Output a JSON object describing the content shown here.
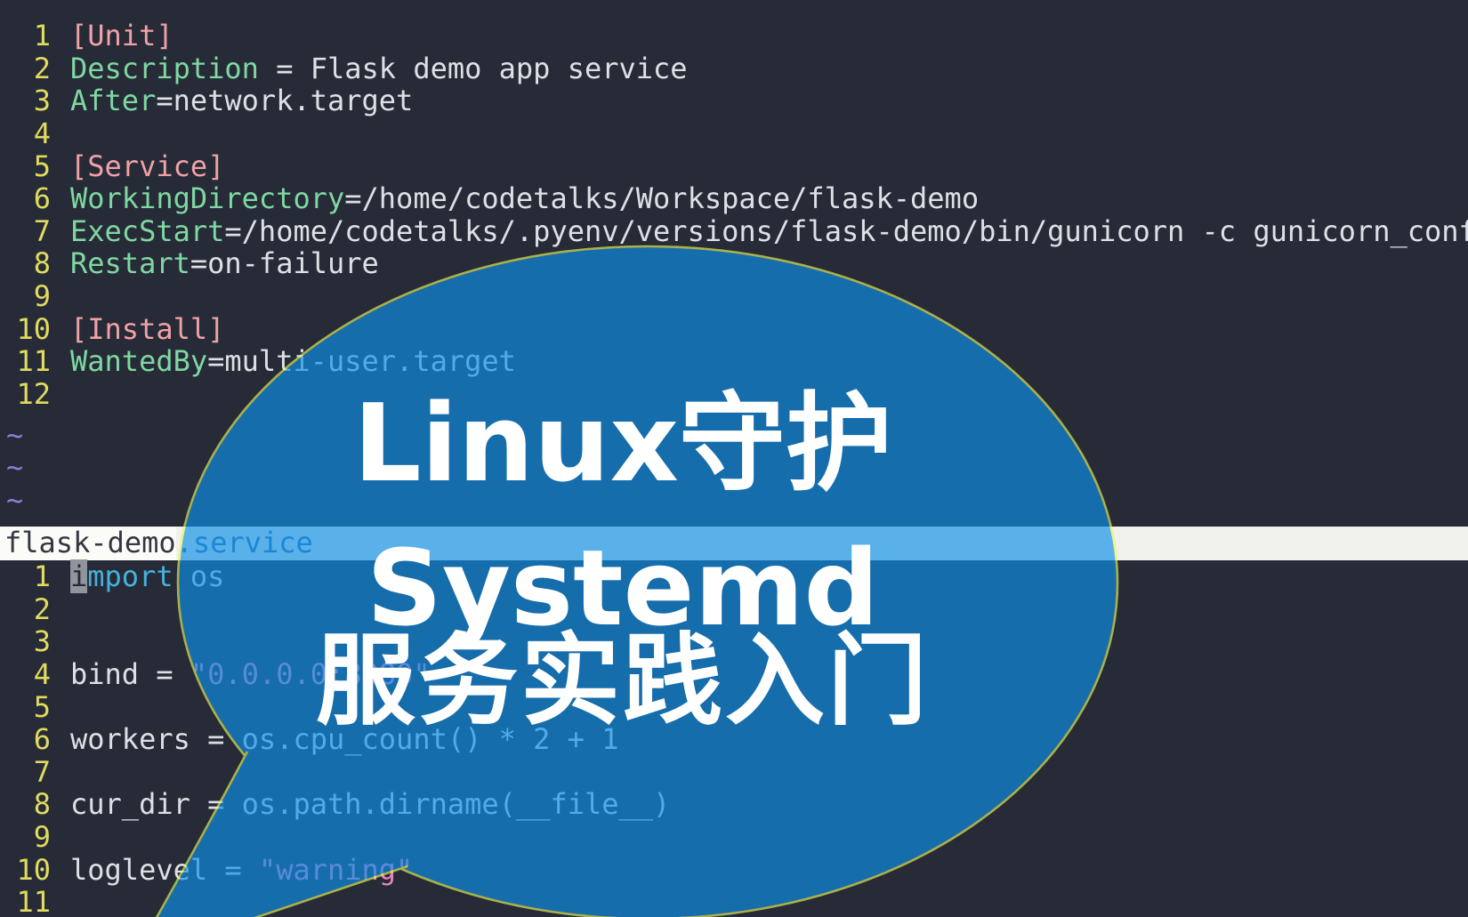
{
  "colors": {
    "background": "#262b37",
    "line_number": "#e0da5e",
    "section_header": "#efa2a6",
    "unit_key": "#7fd7a1",
    "plain_text": "#dde1e6",
    "python_keyword": "#46b1dc",
    "string": "#e584c1",
    "tilde": "#9179ce",
    "cursor_block": "#8f959d",
    "statusbar_bg": "#f0f1ea",
    "statusbar_filename": "#343741",
    "statusbar_suffix": "#3079b8",
    "bubble_fill": "#1270b4",
    "bubble_outline": "#b2bf4a",
    "bubble_text": "#ffffff",
    "statusbar_over_bubble": "#87c3f2"
  },
  "editor": {
    "top_buffer": {
      "lines": [
        {
          "num": "1",
          "segs": [
            [
              "sec",
              "[Unit]"
            ]
          ]
        },
        {
          "num": "2",
          "segs": [
            [
              "key",
              "Description"
            ],
            [
              "txt",
              " = Flask demo app service"
            ]
          ]
        },
        {
          "num": "3",
          "segs": [
            [
              "key",
              "After"
            ],
            [
              "txt",
              "=network.target"
            ]
          ]
        },
        {
          "num": "4",
          "segs": []
        },
        {
          "num": "5",
          "segs": [
            [
              "sec",
              "[Service]"
            ]
          ]
        },
        {
          "num": "6",
          "segs": [
            [
              "key",
              "WorkingDirectory"
            ],
            [
              "txt",
              "=/home/codetalks/Workspace/flask-demo"
            ]
          ]
        },
        {
          "num": "7",
          "segs": [
            [
              "key",
              "ExecStart"
            ],
            [
              "txt",
              "=/home/codetalks/.pyenv/versions/flask-demo/bin/gunicorn -c gunicorn_conf"
            ]
          ]
        },
        {
          "num": "8",
          "segs": [
            [
              "key",
              "Restart"
            ],
            [
              "txt",
              "=on-failure"
            ]
          ]
        },
        {
          "num": "9",
          "segs": []
        },
        {
          "num": "10",
          "segs": [
            [
              "sec",
              "[Install]"
            ]
          ]
        },
        {
          "num": "11",
          "segs": [
            [
              "key",
              "WantedBy"
            ],
            [
              "txt",
              "=multi-user.target"
            ]
          ]
        },
        {
          "num": "12",
          "segs": []
        }
      ],
      "tildes": [
        "~",
        "~",
        "~"
      ]
    },
    "status_bar": {
      "filename": "flask-demo",
      "suffix": ".service"
    },
    "bottom_buffer": {
      "lines": [
        {
          "num": "1",
          "segs": [
            [
              "cur",
              "i"
            ],
            [
              "kw",
              "mport"
            ],
            [
              "txt",
              " os"
            ]
          ]
        },
        {
          "num": "2",
          "segs": []
        },
        {
          "num": "3",
          "segs": []
        },
        {
          "num": "4",
          "segs": [
            [
              "txt",
              "bind = "
            ],
            [
              "str",
              "\"0.0.0.0:8080\""
            ]
          ]
        },
        {
          "num": "5",
          "segs": []
        },
        {
          "num": "6",
          "segs": [
            [
              "txt",
              "workers = os.cpu_count() * 2 + 1"
            ]
          ]
        },
        {
          "num": "7",
          "segs": []
        },
        {
          "num": "8",
          "segs": [
            [
              "txt",
              "cur_dir = os.path.dirname(__file__)"
            ]
          ]
        },
        {
          "num": "9",
          "segs": []
        },
        {
          "num": "10",
          "segs": [
            [
              "txt",
              "loglevel = "
            ],
            [
              "str",
              "\"warning\""
            ]
          ]
        },
        {
          "num": "11",
          "segs": []
        }
      ]
    }
  },
  "bubble": {
    "line1": "Linux守护",
    "line2": "Systemd",
    "line3": "服务实践入门"
  }
}
